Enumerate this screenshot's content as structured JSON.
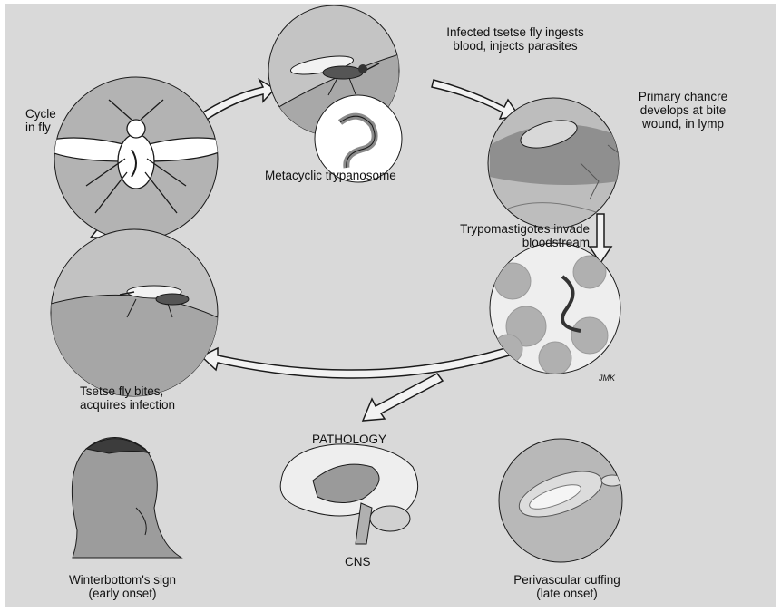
{
  "labels": {
    "infected_fly": [
      "Infected tsetse fly ingests",
      "blood, injects parasites"
    ],
    "cycle_in_fly": [
      "Cycle",
      "in fly"
    ],
    "metacyclic": "Metacyclic trypanosome",
    "chancre": [
      "Primary chancre",
      "develops at bite",
      "wound, in lymp"
    ],
    "trypomastigotes": [
      "Trypomastigotes invade",
      "bloodstream"
    ],
    "fly_bites": [
      "Tsetse fly bites,",
      "acquires infection"
    ],
    "pathology": "PATHOLOGY",
    "winterbottom": [
      "Winterbottom's sign",
      "(early onset)"
    ],
    "cns": "CNS",
    "perivascular": [
      "Perivascular cuffing",
      "(late onset)"
    ],
    "signature": "JMK"
  },
  "colors": {
    "background": "#d9d9d9",
    "circle_fill": "#b3b3b3",
    "outline": "#1a1a1a",
    "arrow_fill": "#f2f2f2"
  }
}
